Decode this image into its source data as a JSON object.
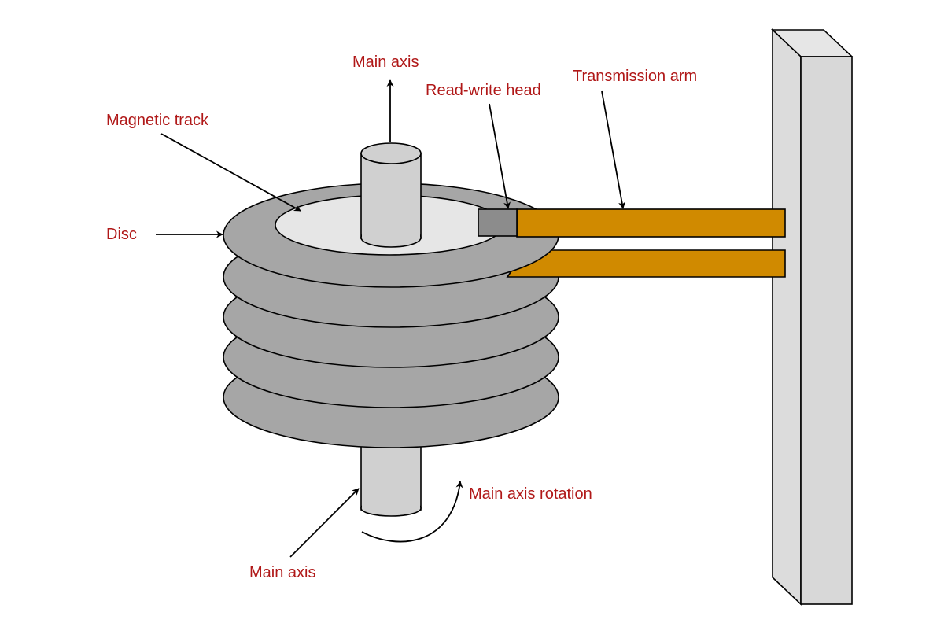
{
  "labels": {
    "main_axis_top": "Main axis",
    "read_write_head": "Read-write head",
    "transmission_arm": "Transmission arm",
    "magnetic_track": "Magnetic track",
    "disc": "Disc",
    "main_axis_rotation": "Main axis rotation",
    "main_axis_bottom": "Main axis"
  },
  "colors": {
    "label_text": "#b01818",
    "disc_fill": "#a6a6a6",
    "track_fill": "#e6e6e6",
    "axis_fill": "#d0d0d0",
    "arm_fill": "#d08a00",
    "head_fill": "#8c8c8c",
    "support_front": "#dcdcdc",
    "support_side": "#c8c8c8"
  },
  "disc_count": 5
}
